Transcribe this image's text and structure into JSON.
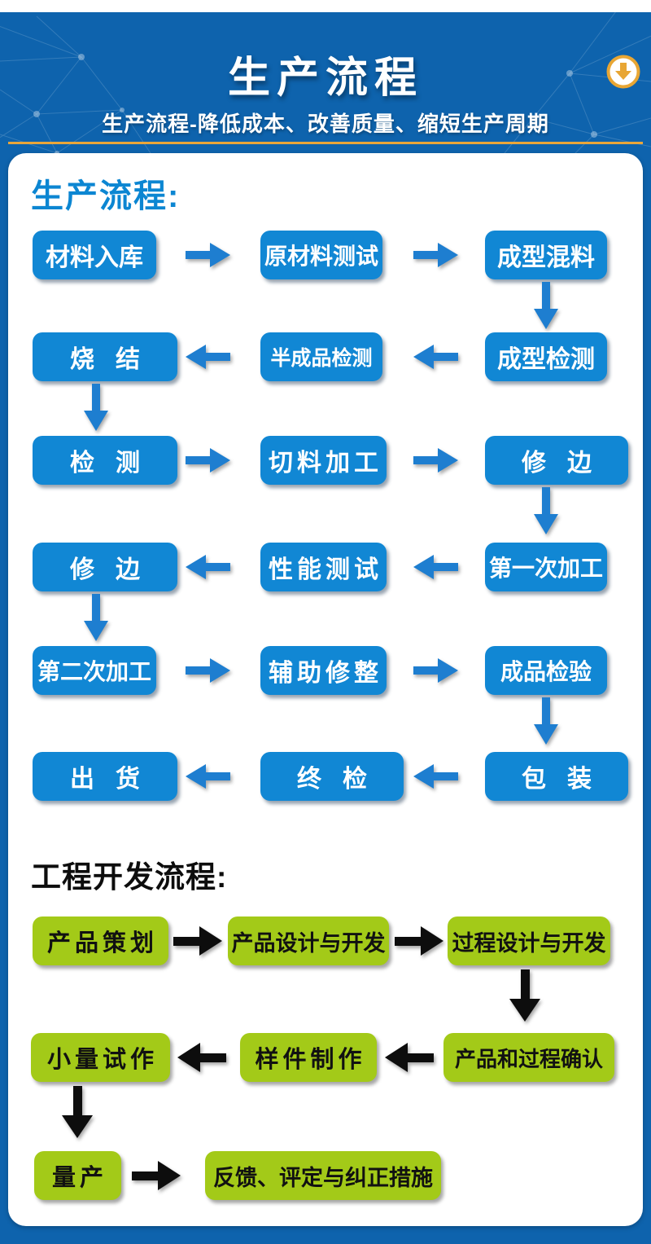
{
  "header": {
    "title": "生产流程",
    "subtitle": "生产流程-降低成本、改善质量、缩短生产周期",
    "download_icon": "circle-down-arrow-icon"
  },
  "production_flow": {
    "heading": "生产流程:",
    "rows": [
      {
        "direction": "right",
        "cells": [
          "材料入库",
          "原材料测试",
          "成型混料"
        ]
      },
      {
        "direction": "left",
        "cells": [
          "烧结",
          "半成品检测",
          "成型检测"
        ]
      },
      {
        "direction": "right",
        "cells": [
          "检测",
          "切料加工",
          "修边"
        ]
      },
      {
        "direction": "left",
        "cells": [
          "修边",
          "性能测试",
          "第一次加工"
        ]
      },
      {
        "direction": "right",
        "cells": [
          "第二次加工",
          "辅助修整",
          "成品检验"
        ]
      },
      {
        "direction": "left",
        "cells": [
          "出货",
          "终检",
          "包装"
        ]
      }
    ]
  },
  "engineering_flow": {
    "heading": "工程开发流程:",
    "rows": [
      {
        "direction": "right",
        "cells": [
          "产品策划",
          "产品设计与开发",
          "过程设计与开发"
        ]
      },
      {
        "direction": "left",
        "cells": [
          "小量试作",
          "样件制作",
          "产品和过程确认"
        ]
      },
      {
        "direction": "right",
        "cells": [
          "量产",
          "反馈、评定与纠正措施"
        ]
      }
    ]
  },
  "colors": {
    "page_blue": "#0e63ad",
    "step_box_blue": "#1187d4",
    "arrow_blue": "#1e7ed0",
    "heading_blue": "#0c86d2",
    "gold_accent": "#e9a63a",
    "dev_box_green": "#a3ca18",
    "arrow_black": "#0d0d0d"
  }
}
